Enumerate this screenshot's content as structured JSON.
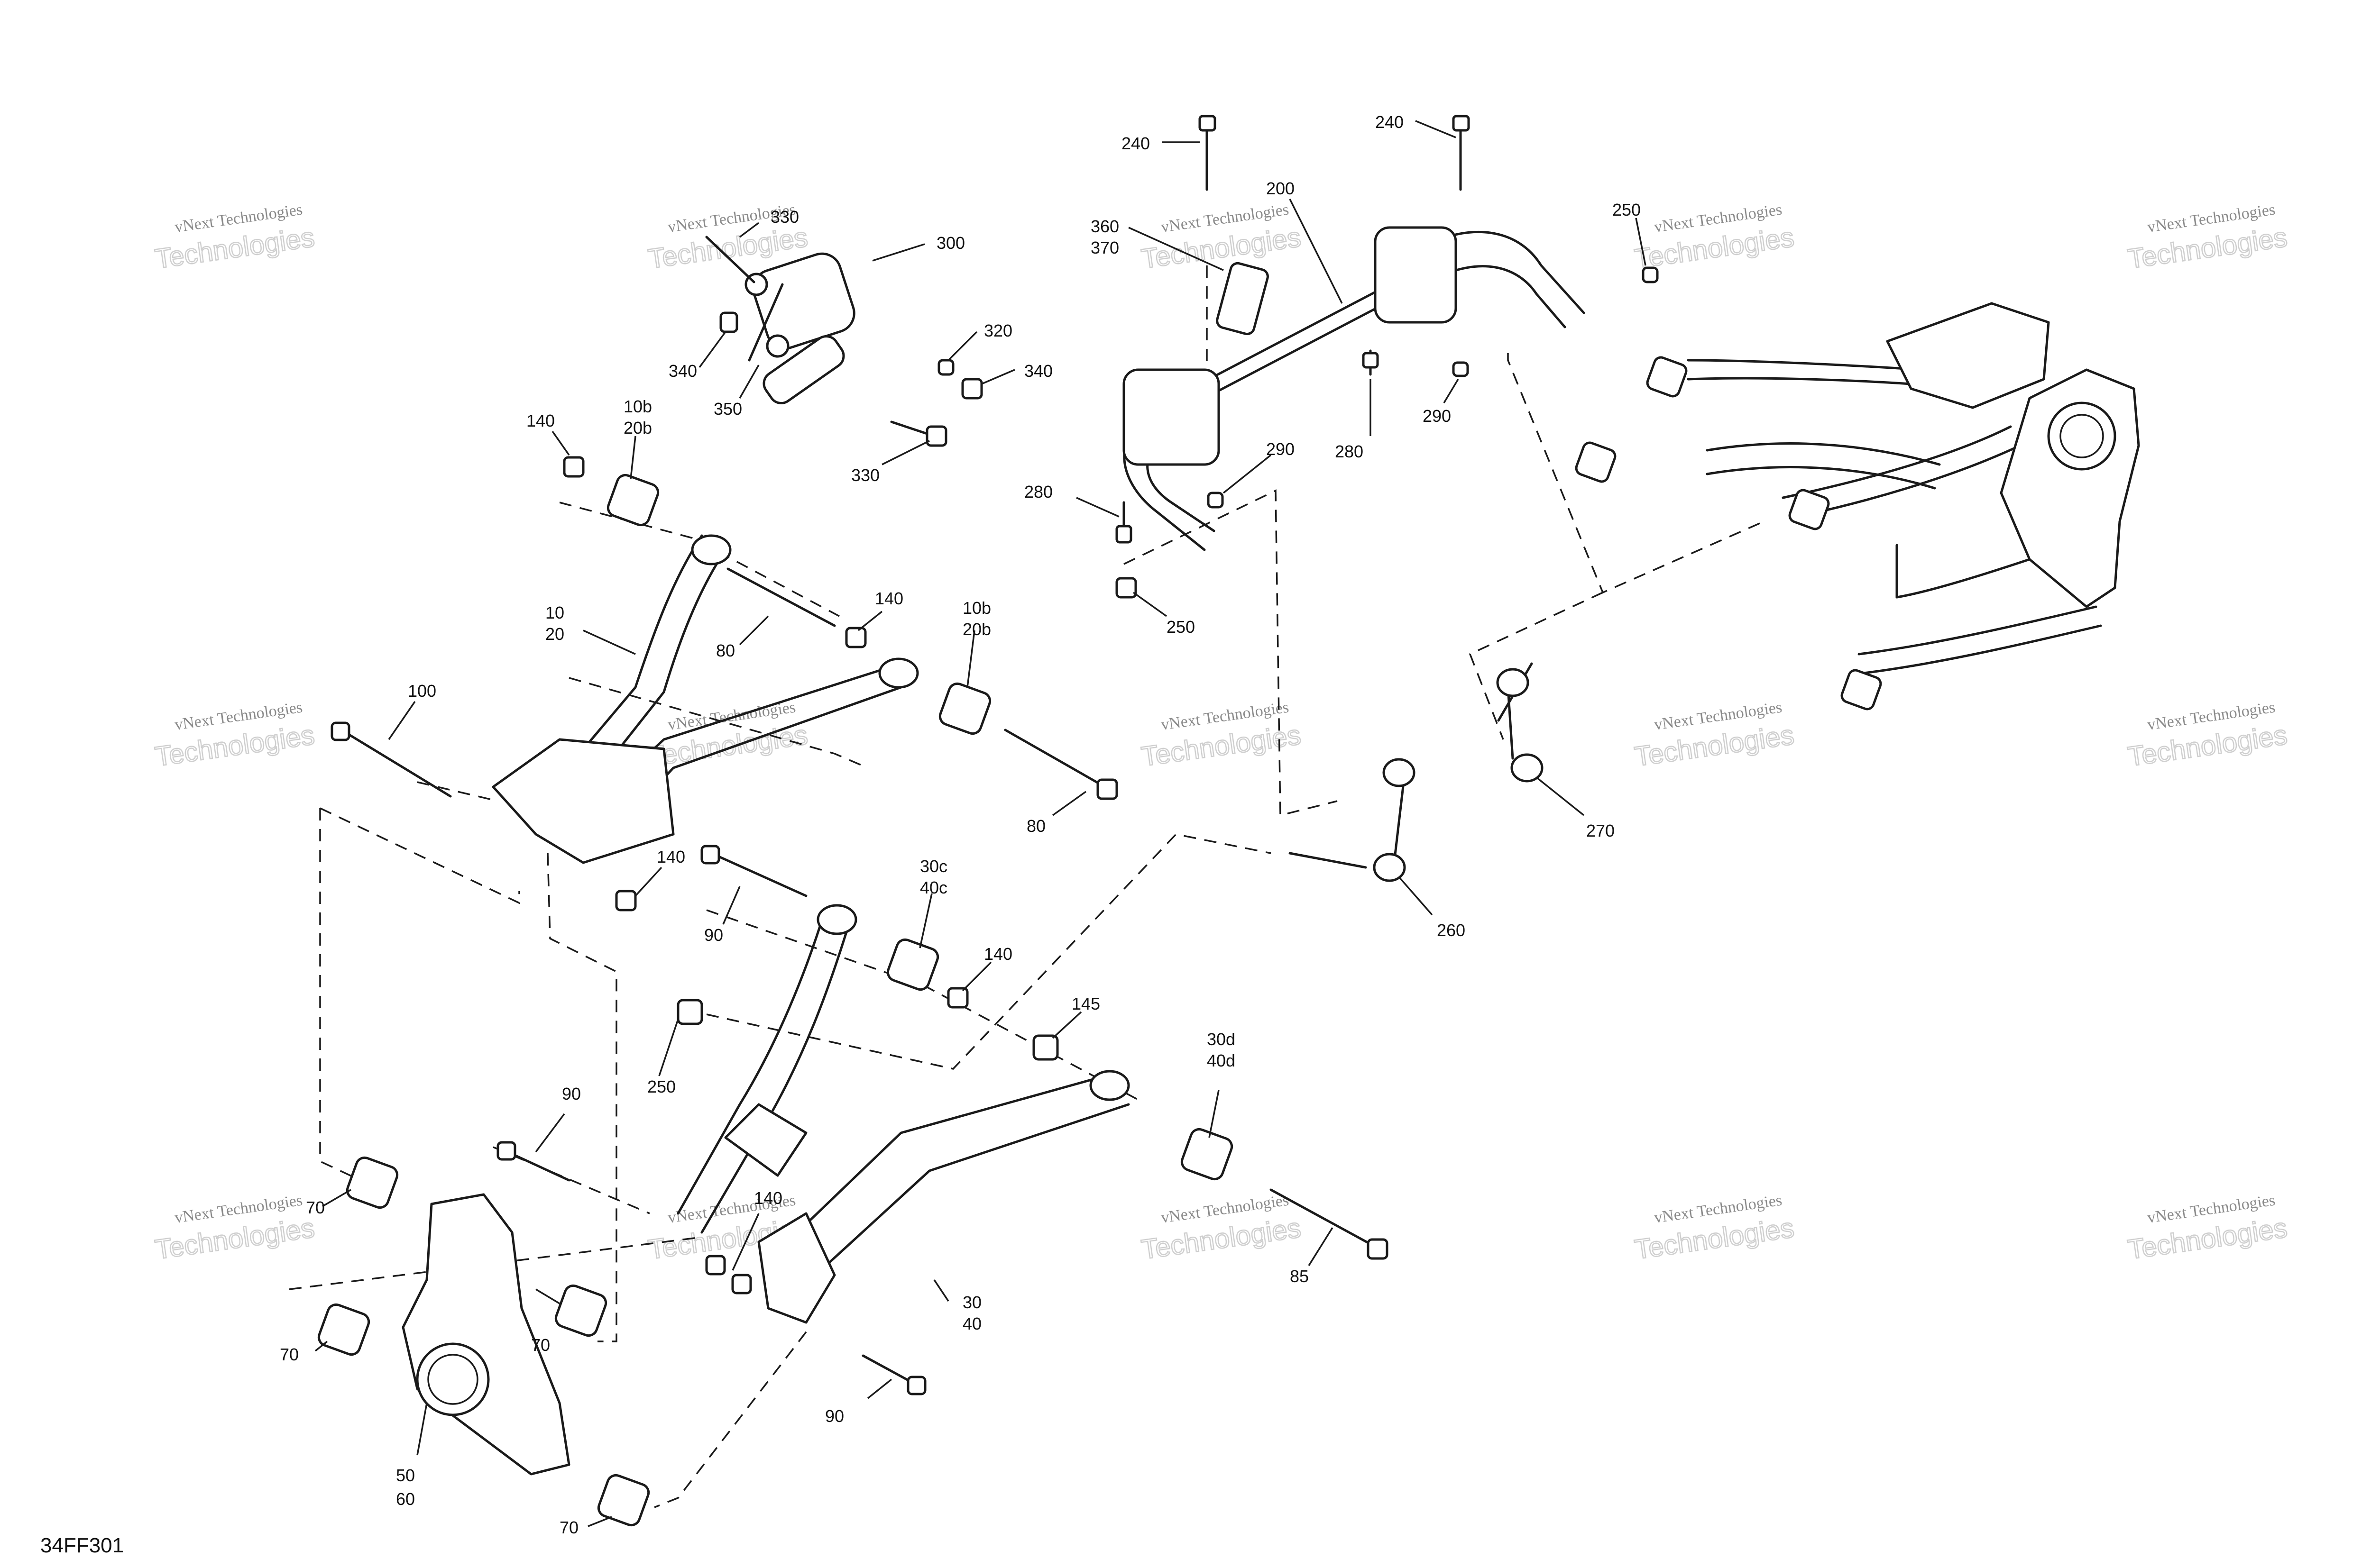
{
  "drawing_code": "34FF301",
  "watermark": {
    "line1": "vNext Technologies",
    "line2": "Technologies"
  },
  "callouts": {
    "c330a": "330",
    "c300": "300",
    "c340a": "340",
    "c320": "320",
    "c340b": "340",
    "c350": "350",
    "c330b": "330",
    "c240a": "240",
    "c240b": "240",
    "c200": "200",
    "c360": "360",
    "c370": "370",
    "c250a": "250",
    "c280a": "280",
    "c290a": "290",
    "c290b": "290",
    "c280b": "280",
    "c250b": "250",
    "c140a": "140",
    "c10b_a": "10b",
    "c20b_a": "20b",
    "c10": "10",
    "c20": "20",
    "c80a": "80",
    "c140b": "140",
    "c10b_b": "10b",
    "c20b_b": "20b",
    "c100": "100",
    "c80b": "80",
    "c140c": "140",
    "c90a": "90",
    "c30c": "30c",
    "c40c": "40c",
    "c140d": "140",
    "c250c": "250",
    "c145": "145",
    "c30d": "30d",
    "c40d": "40d",
    "c90b": "90",
    "c70a": "70",
    "c140e": "140",
    "c85": "85",
    "c70b": "70",
    "c70c": "70",
    "c30": "30",
    "c40": "40",
    "c90c": "90",
    "c50": "50",
    "c60": "60",
    "c70d": "70",
    "c270": "270",
    "c260": "260"
  }
}
